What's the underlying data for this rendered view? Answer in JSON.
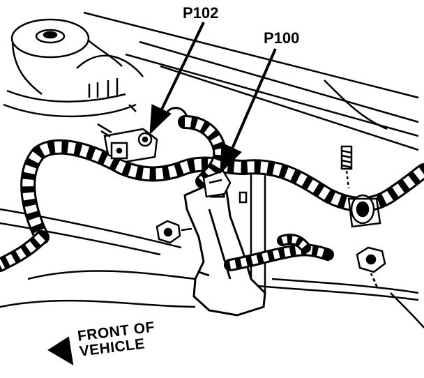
{
  "callouts": {
    "p102": "P102",
    "p100": "P100"
  },
  "front_indicator": {
    "line1": "FRONT OF",
    "line2": "VEHICLE"
  },
  "colors": {
    "ink": "#000000",
    "paper": "#ffffff"
  }
}
